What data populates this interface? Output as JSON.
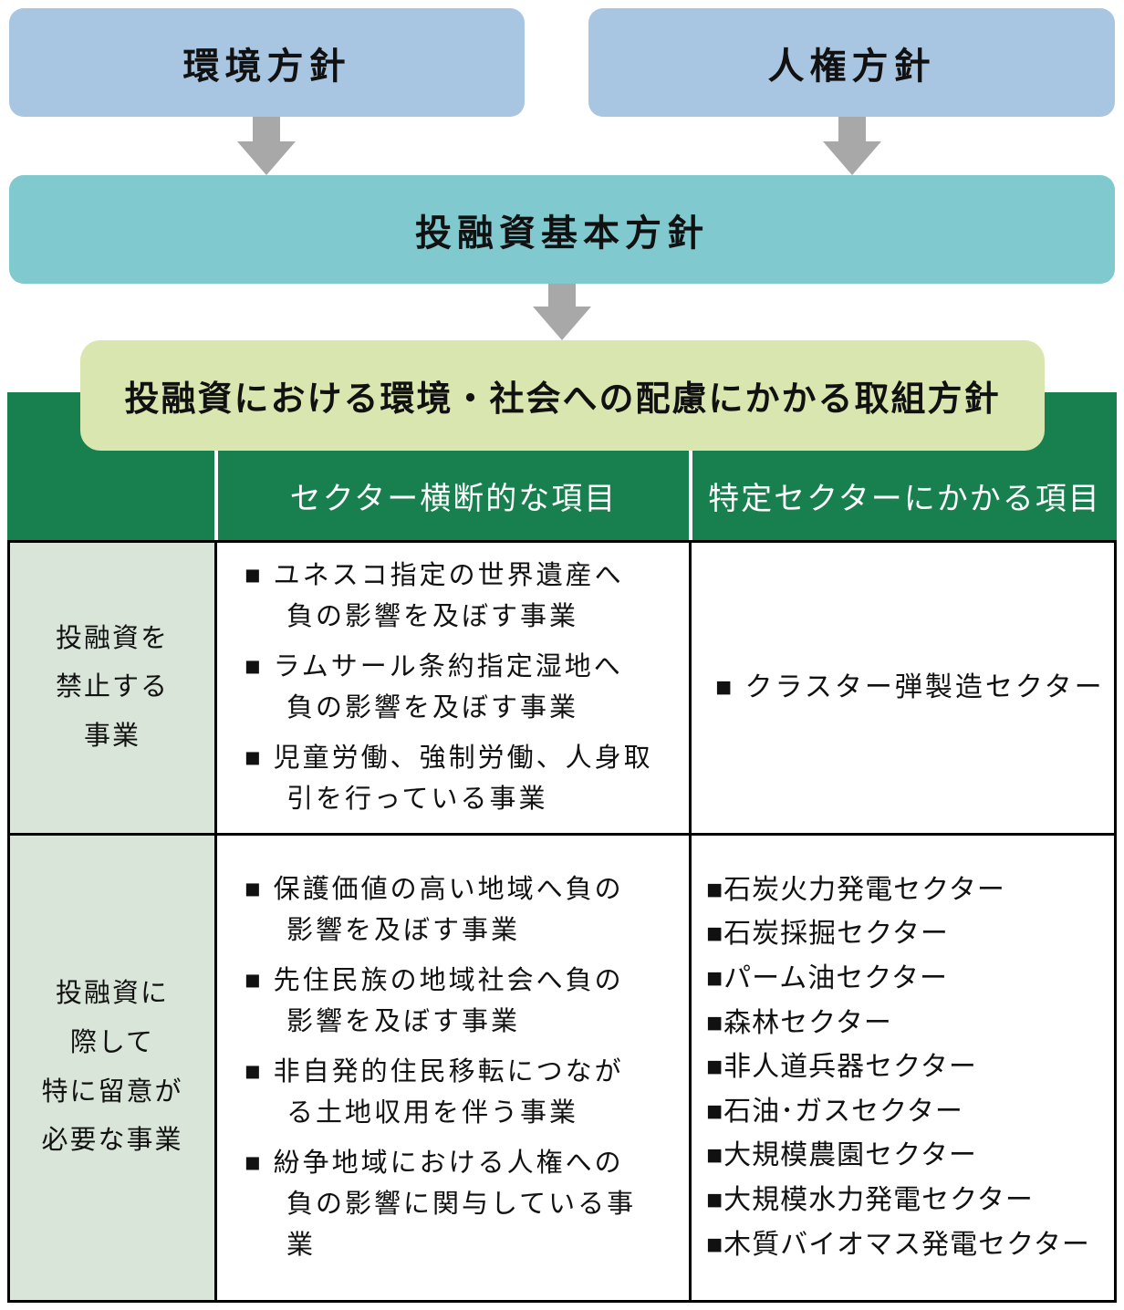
{
  "flow": {
    "environment_policy": "環境方針",
    "human_rights_policy": "人権方針",
    "basic_policy": "投融資基本方針",
    "initiative_policy": "投融資における環境・社会への配慮にかかる取組方針"
  },
  "table": {
    "column_headers": [
      "セクター横断的な項目",
      "特定セクターにかかる項目"
    ],
    "rows": [
      {
        "category": "投融資を\n禁止する\n事業",
        "cross_sector_items": [
          "■ ユネスコ指定の世界遺産へ\n負の影響を及ぼす事業",
          "■ ラムサール条約指定湿地へ\n負の影響を及ぼす事業",
          "■ 児童労働、強制労働、人身取\n引を行っている事業"
        ],
        "specific_sector_items": [
          "■ クラスター弾製造セクター"
        ]
      },
      {
        "category": "投融資に\n際して\n特に留意が\n必要な事業",
        "cross_sector_items": [
          "■ 保護価値の高い地域へ負の\n影響を及ぼす事業",
          "■ 先住民族の地域社会へ負の\n影響を及ぼす事業",
          "■ 非自発的住民移転につなが\nる土地収用を伴う事業",
          "■ 紛争地域における人権への\n負の影響に関与している事\n業"
        ],
        "specific_sector_items": [
          "■石炭火力発電セクター",
          "■石炭採掘セクター",
          "■パーム油セクター",
          "■森林セクター",
          "■非人道兵器セクター",
          "■石油･ガスセクター",
          "■大規模農園セクター",
          "■大規模水力発電セクター",
          "■木質バイオマス発電セクター"
        ]
      }
    ]
  },
  "colors": {
    "policy_box_blue": "#a8c6e2",
    "basic_policy_teal": "#7fc9cf",
    "initiative_box_green": "#d9e6b0",
    "table_header_green": "#17804e",
    "category_cell_green": "#d9e5d8",
    "arrow_gray": "#a8a8a8",
    "border_black": "#000000"
  }
}
